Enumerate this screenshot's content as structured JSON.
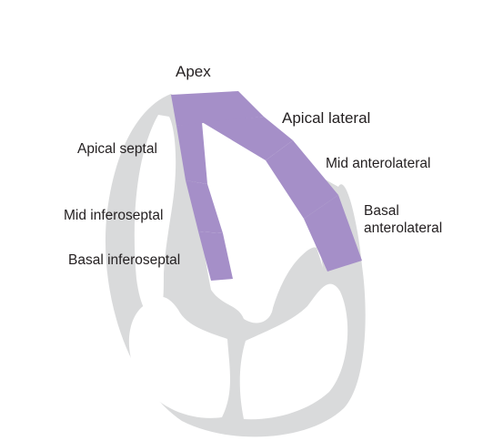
{
  "diagram": {
    "labels": {
      "apex": "Apex",
      "apical_lateral": "Apical lateral",
      "apical_septal": "Apical septal",
      "mid_anterolateral": "Mid anterolateral",
      "mid_inferoseptal": "Mid inferoseptal",
      "basal_anterolateral_line1": "Basal",
      "basal_anterolateral_line2": "anterolateral",
      "basal_inferoseptal": "Basal inferoseptal"
    },
    "colors": {
      "segment_fill": "#a58fc8",
      "heart_wall": "#d9dadb",
      "background": "#ffffff",
      "label_text": "#231f20"
    }
  }
}
